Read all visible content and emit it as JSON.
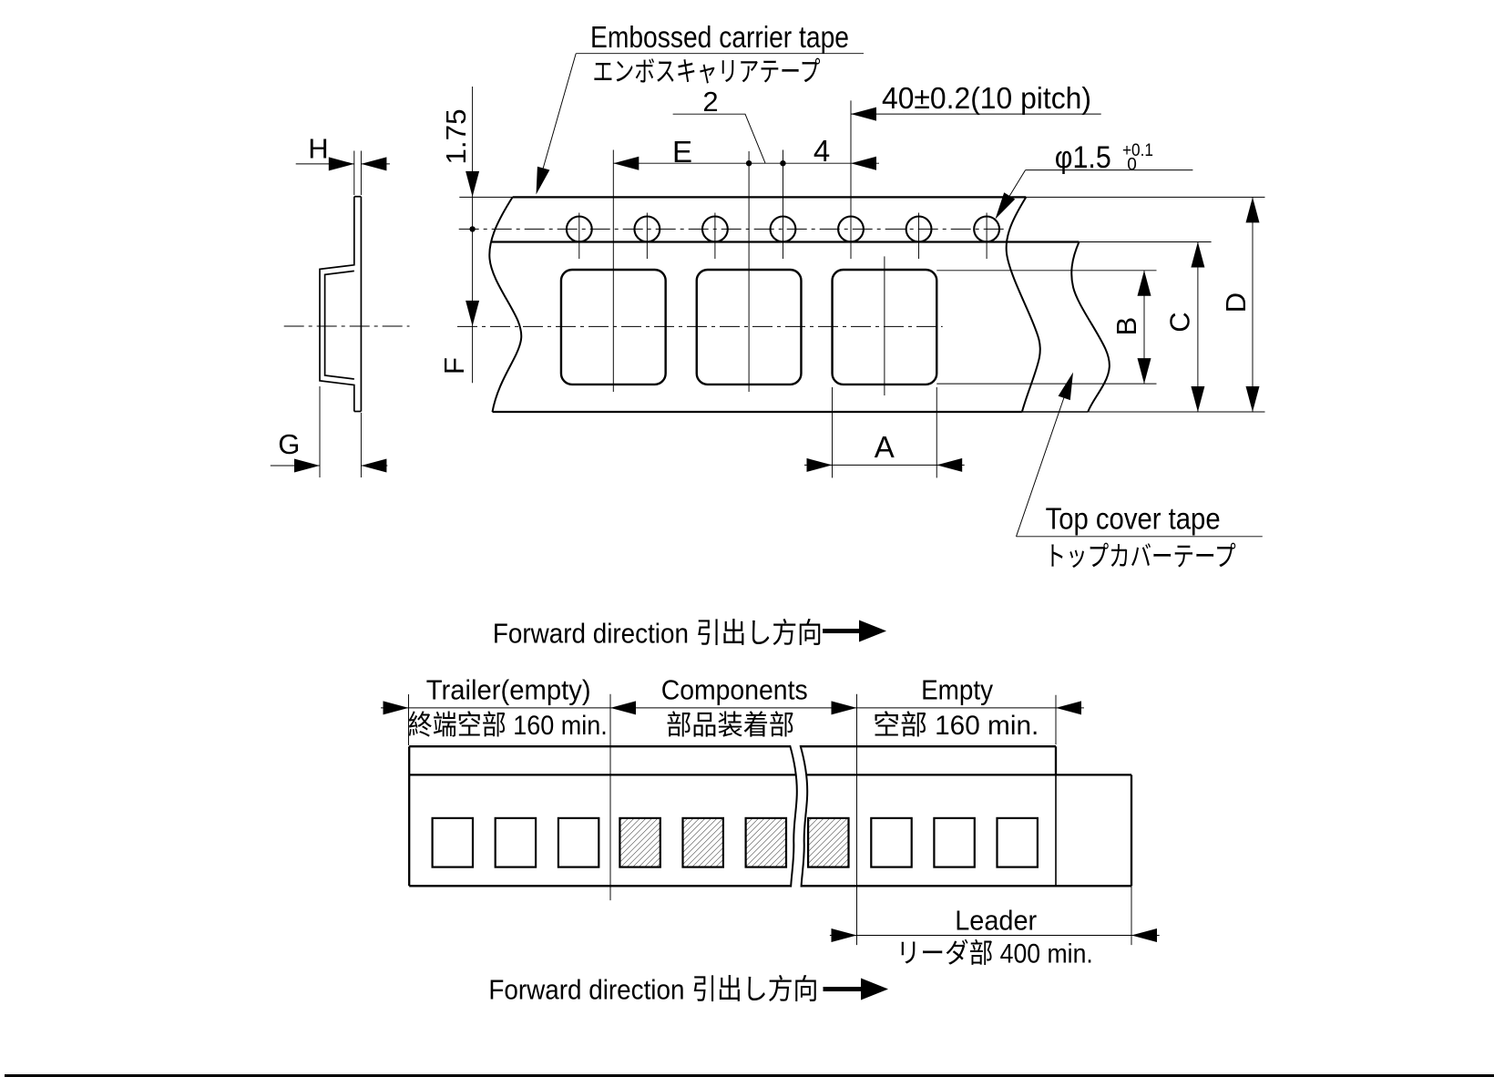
{
  "colors": {
    "ink": "#000000",
    "background": "#ffffff"
  },
  "cross_section": {
    "dim_h": "H",
    "dim_g": "G"
  },
  "top_view": {
    "embossed_label_en": "Embossed carrier tape",
    "embossed_label_jp": "エンボスキャリアテープ",
    "cover_label_en": "Top cover tape",
    "cover_label_jp": "トップカバーテープ",
    "dim_pitch10": "40±0.2(10 pitch)",
    "dim_hole_dia": "φ1.5",
    "dim_hole_tol_plus": "+0.1",
    "dim_hole_tol_minus": "0",
    "dim_top_margin": "1.75",
    "dim_2": "2",
    "dim_4": "4",
    "dim_e": "E",
    "dim_f": "F",
    "dim_a": "A",
    "dim_b": "B",
    "dim_c": "C",
    "dim_d": "D"
  },
  "reel_layout": {
    "forward_direction_top": "Forward direction 引出し方向",
    "forward_direction_bottom": "Forward direction 引出し方向",
    "trailer_en": "Trailer(empty)",
    "trailer_jp": "終端空部 160 min.",
    "components_en": "Components",
    "components_jp": "部品装着部",
    "empty_en": "Empty",
    "empty_jp": "空部 160 min.",
    "leader_en": "Leader",
    "leader_jp": "リーダ部 400 min."
  }
}
